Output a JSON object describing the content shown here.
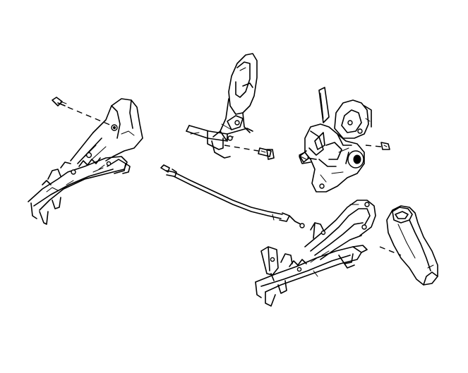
{
  "diagram": {
    "style": "exploded line drawing",
    "stroke_color": "#000000",
    "background_color": "#ffffff",
    "parts": [
      {
        "name": "left-seat-track-assembly"
      },
      {
        "name": "left-track-bolt"
      },
      {
        "name": "upper-recliner-bracket"
      },
      {
        "name": "recliner-bracket-bolt"
      },
      {
        "name": "recliner-mechanism-assembly"
      },
      {
        "name": "recliner-bolt-left"
      },
      {
        "name": "recliner-bolt-right"
      },
      {
        "name": "release-cable"
      },
      {
        "name": "right-seat-track-assembly"
      },
      {
        "name": "track-cover-trim"
      }
    ]
  }
}
